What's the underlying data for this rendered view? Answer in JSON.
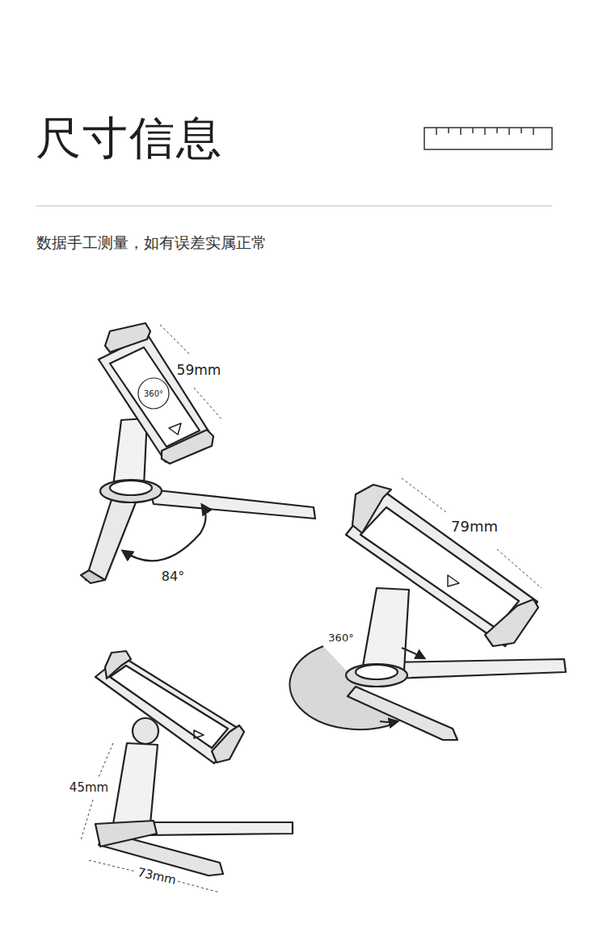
{
  "diagram": {
    "title": "尺寸信息",
    "caption": "数据手工测量，如有误差实属正常",
    "labels": [
      "59mm",
      "360°",
      "84°",
      "79mm",
      "360°",
      "45mm",
      "73mm"
    ]
  }
}
